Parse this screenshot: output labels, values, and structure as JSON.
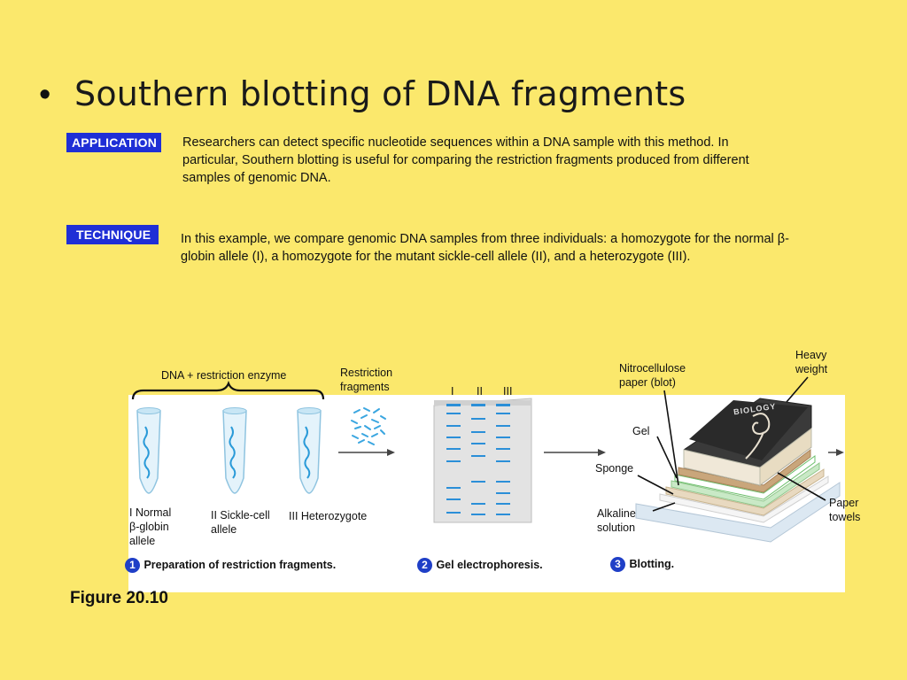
{
  "slide": {
    "bullet": "•",
    "title": "Southern blotting of DNA fragments"
  },
  "application": {
    "badge": "APPLICATION",
    "text": "Researchers can detect specific nucleotide sequences within a DNA sample with this method. In particular, Southern blotting is useful for comparing the restriction fragments produced from different samples of genomic DNA."
  },
  "technique": {
    "badge": "TECHNIQUE",
    "text": "In this example, we compare genomic DNA samples from three individuals: a homozygote for the normal β-globin allele (I), a homozygote for the mutant sickle-cell allele (II), and a heterozygote (III)."
  },
  "figure": {
    "label_enzyme": "DNA + restriction enzyme",
    "label_fragments_1": "Restriction",
    "label_fragments_2": "fragments",
    "lane_1": "I",
    "lane_2": "II",
    "lane_3": "III",
    "tube_1_line1": "I Normal",
    "tube_1_line2": "β-globin",
    "tube_1_line3": "allele",
    "tube_2_line1": "II Sickle-cell",
    "tube_2_line2": "allele",
    "tube_3": "III Heterozygote",
    "label_nitro_1": "Nitrocellulose",
    "label_nitro_2": "paper (blot)",
    "label_weight_1": "Heavy",
    "label_weight_2": "weight",
    "label_gel": "Gel",
    "label_sponge": "Sponge",
    "label_alkaline_1": "Alkaline",
    "label_alkaline_2": "solution",
    "label_towels_1": "Paper",
    "label_towels_2": "towels",
    "book_title": "BIOLOGY",
    "step_1_num": "1",
    "step_1": "Preparation of restriction fragments.",
    "step_2_num": "2",
    "step_2": "Gel electrophoresis.",
    "step_3_num": "3",
    "step_3": "Blotting."
  },
  "caption": "Figure 20.10",
  "colors": {
    "background": "#fbe86c",
    "badge": "#1f2fd6",
    "step_number": "#1f3fc7",
    "gel_band": "#2b8fd8"
  }
}
